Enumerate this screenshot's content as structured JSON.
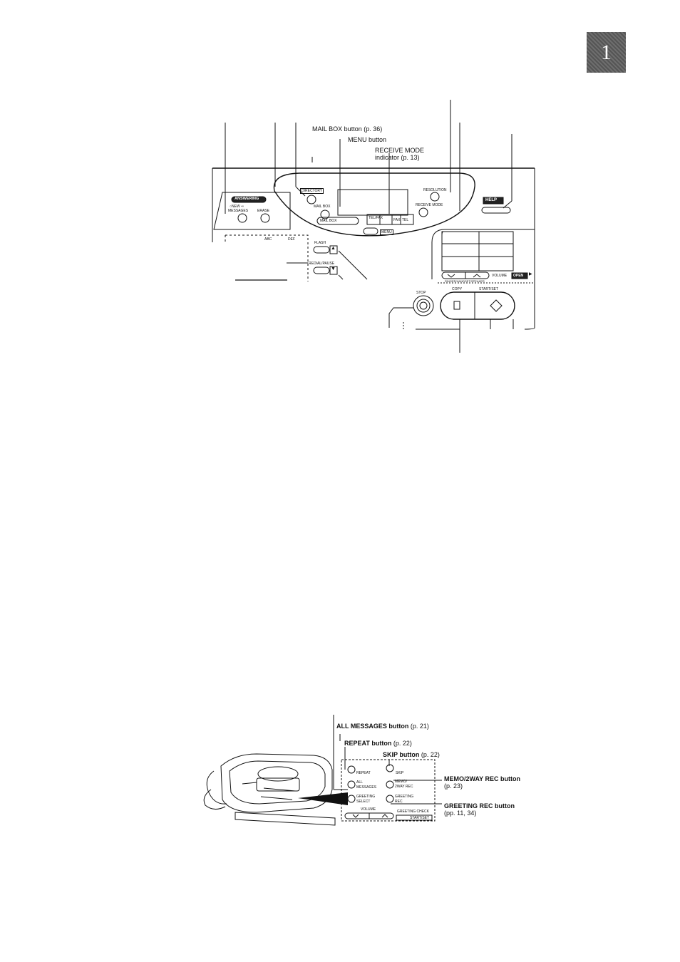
{
  "section_number": "1",
  "top_diagram": {
    "callouts": {
      "mail_box": {
        "name": "MAIL BOX button",
        "ref": "(p. 36)"
      },
      "menu": {
        "name": "MENU button"
      },
      "receive_mode": {
        "name": "RECEIVE MODE",
        "name2": "indicator",
        "ref": "(p. 13)"
      }
    },
    "panel": {
      "answering": "ANSWERING",
      "new_messages_1": "○NEW ⇨",
      "new_messages_2": "MESSAGES",
      "erase": "ERASE",
      "directory": "DIRECTORY",
      "mail_box": "MAIL BOX",
      "mail_box_tab": "MAIL BOX",
      "menu": "MENU",
      "resolution": "RESOLUTION",
      "receive_mode": "RECEIVE MODE",
      "mode_tel_fax": "TEL/FAX",
      "mode_fax": "FAX",
      "mode_tel": "TEL",
      "help": "HELP",
      "abc": "ABC",
      "def": "DEF",
      "flash": "FLASH",
      "redial_pause": "REDIAL/PAUSE",
      "stop": "STOP",
      "volume": "VOLUME",
      "open": "OPEN",
      "ringer_handset_speaker": "RINGER/HANDSET/SPEAKER",
      "copy": "COPY",
      "start_set": "START/SET"
    }
  },
  "bottom_diagram": {
    "callouts": {
      "all_messages": {
        "name": "ALL MESSAGES button",
        "ref": "(p. 21)"
      },
      "repeat": {
        "name": "REPEAT button",
        "ref": "(p. 22)"
      },
      "skip": {
        "name": "SKIP button",
        "ref": "(p. 22)"
      },
      "memo": {
        "name": "MEMO/2WAY REC button",
        "ref": "(p. 23)"
      },
      "greeting_rec": {
        "name": "GREETING REC button",
        "ref": "(pp. 11, 34)"
      }
    },
    "panel": {
      "repeat": "REPEAT",
      "skip": "SKIP",
      "all_1": "ALL",
      "all_2": "MESSAGES",
      "memo_1": "MEMO/",
      "memo_2": "2WAY REC",
      "greeting_select_1": "GREETING",
      "greeting_select_2": "SELECT",
      "greeting_rec_1": "GREETING",
      "greeting_rec_2": "REC",
      "greeting_check": "GREETING CHECK",
      "greeting_check_start": "START/SET",
      "volume": "VOLUME"
    }
  }
}
